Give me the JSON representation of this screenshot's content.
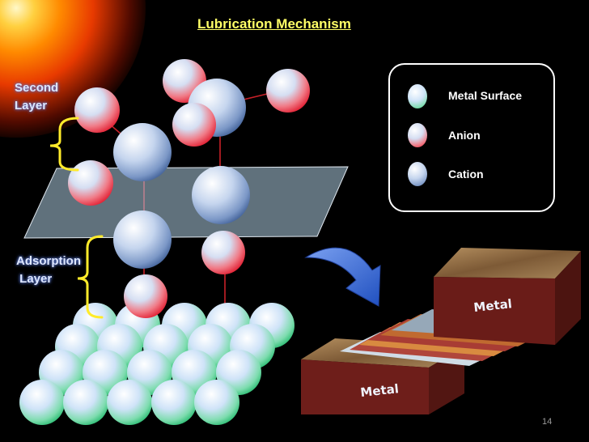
{
  "title": "Lubrication Mechanism",
  "labels": {
    "second_layer": "Second\nLayer",
    "adsorption_layer": "Adsorption\n Layer"
  },
  "legend": [
    {
      "label": "Metal Surface",
      "icon": "metal-surface-sphere"
    },
    {
      "label": "Anion",
      "icon": "anion-sphere"
    },
    {
      "label": "Cation",
      "icon": "cation-sphere"
    }
  ],
  "metal_labels": {
    "top": "Metal",
    "bottom": "Metal"
  },
  "slide_number": "14",
  "colors": {
    "background": "#000000",
    "title": "#ffff66",
    "brace": "#ffeb2a",
    "connector": "#c82028",
    "metal_surface_sphere": "#2ecf86",
    "anion_sphere": "#e8202e",
    "cation_sphere": "#3a5c96",
    "arrow": "#3a6ad8"
  }
}
